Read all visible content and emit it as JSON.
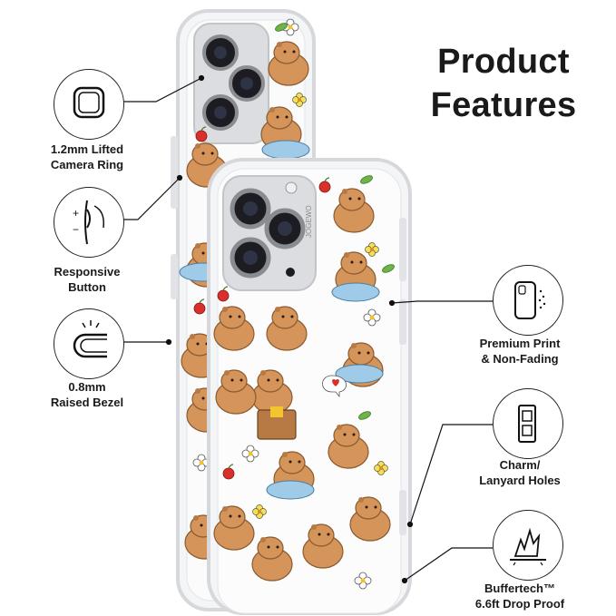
{
  "title": {
    "line1": "Product",
    "line2": "Features"
  },
  "features": [
    {
      "line1": "1.2mm Lifted",
      "line2": "Camera Ring",
      "icon": "camera-ring-icon"
    },
    {
      "line1": "Responsive",
      "line2": "Button",
      "icon": "button-press-icon"
    },
    {
      "line1": "0.8mm",
      "line2": "Raised Bezel",
      "icon": "raised-bezel-icon"
    },
    {
      "line1": "Premium Print",
      "line2": "& Non-Fading",
      "icon": "phone-print-icon"
    },
    {
      "line1": "Charm/",
      "line2": "Lanyard Holes",
      "icon": "lanyard-hole-icon"
    },
    {
      "line1": "Buffertech™",
      "line2": "6.6ft Drop Proof",
      "icon": "drop-impact-icon"
    }
  ],
  "case_brand": "JOGEWO",
  "colors": {
    "capybara": "#d4945a",
    "capybara_dark": "#b87a44",
    "water": "#9fcbe8",
    "case_edge": "#e6e8ec",
    "camera_bump": "#dcdde0",
    "apple": "#d9302c",
    "leaf": "#6db24a",
    "flower_center": "#f2c530"
  }
}
